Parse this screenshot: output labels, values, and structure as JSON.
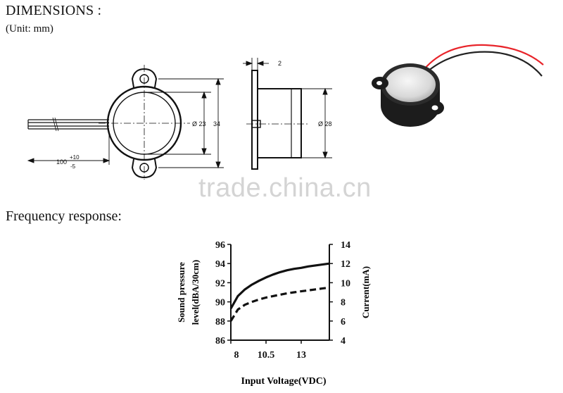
{
  "headings": {
    "dimensions": "DIMENSIONS :",
    "unit": "(Unit: mm)",
    "frequency": "Frequency response:"
  },
  "watermark": "trade.china.cn",
  "drawing": {
    "lead_length_value": "100",
    "lead_tol_plus": "+10",
    "lead_tol_minus": "-5",
    "inner_diameter": "Ø 23",
    "flange_span": "34",
    "body_diameter": "Ø 28",
    "flange_thickness": "2"
  },
  "photo": {
    "icon": "piezo-buzzer-photo",
    "wire_colors": [
      "#e8242a",
      "#222222"
    ]
  },
  "chart_data": {
    "type": "line",
    "xlabel": "Input Voltage(VDC)",
    "ylabel": "Sound pressure level(dBA/30cm)",
    "ylabel_lines": [
      "Sound pressure",
      "level(dBA/30cm)"
    ],
    "y2label": "Current(mA)",
    "x_ticks": [
      8,
      10.5,
      13
    ],
    "xlim": [
      8,
      15
    ],
    "y_ticks": [
      86,
      88,
      90,
      92,
      94,
      96
    ],
    "ylim": [
      86,
      96
    ],
    "y2_ticks": [
      4,
      6,
      8,
      10,
      12,
      14
    ],
    "y2lim": [
      4,
      14
    ],
    "series": [
      {
        "axis": "left",
        "style": "solid",
        "x": [
          8,
          8.5,
          9,
          9.5,
          10,
          10.5,
          11,
          11.5,
          12,
          12.5,
          13,
          13.5,
          14,
          14.5,
          15
        ],
        "values": [
          89.3,
          90.6,
          91.3,
          91.8,
          92.2,
          92.55,
          92.85,
          93.1,
          93.3,
          93.45,
          93.55,
          93.7,
          93.8,
          93.9,
          94.0
        ]
      },
      {
        "axis": "right",
        "style": "dashed",
        "x": [
          8,
          8.5,
          9,
          9.5,
          10,
          10.5,
          11,
          11.5,
          12,
          12.5,
          13,
          13.5,
          14,
          14.5,
          15
        ],
        "values": [
          6.0,
          7.2,
          7.7,
          8.0,
          8.25,
          8.45,
          8.6,
          8.75,
          8.9,
          9.0,
          9.1,
          9.2,
          9.3,
          9.4,
          9.5
        ]
      }
    ]
  }
}
